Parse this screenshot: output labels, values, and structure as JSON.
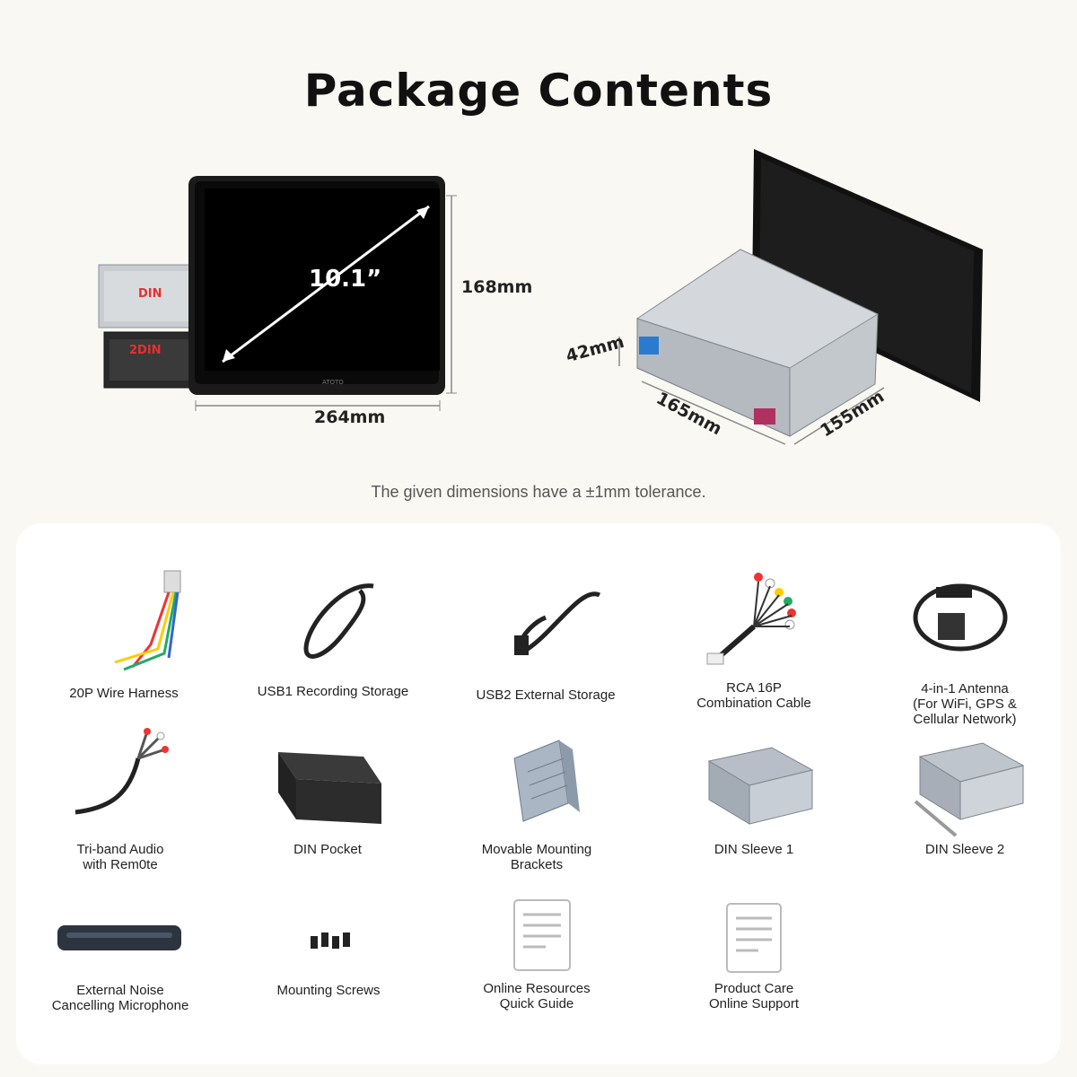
{
  "title": "Package Contents",
  "hero": {
    "screen_size": "10.1”",
    "height": "168mm",
    "width": "264mm",
    "din_label": "DIN",
    "din2_label": "2DIN",
    "brand": "ATOTO",
    "depth_height": "42mm",
    "depth_width": "165mm",
    "depth_length": "155mm"
  },
  "tolerance_note": "The given dimensions have a ±1mm tolerance.",
  "items": [
    {
      "label": "20P Wire Harness",
      "icon": "wire-harness-icon"
    },
    {
      "label": "USB1 Recording Storage",
      "icon": "usb-cable-icon"
    },
    {
      "label": "USB2 External Storage",
      "icon": "usb-cable-icon"
    },
    {
      "label": "RCA 16P\nCombination Cable",
      "icon": "rca-cable-icon"
    },
    {
      "label": "4-in-1 Antenna\n(For WiFi, GPS &\nCellular Network)",
      "icon": "antenna-icon"
    },
    {
      "label": "Tri-band Audio\nwith Rem0te",
      "icon": "audio-cable-icon"
    },
    {
      "label": "DIN Pocket",
      "icon": "din-pocket-icon"
    },
    {
      "label": "Movable Mounting\nBrackets",
      "icon": "bracket-icon"
    },
    {
      "label": "DIN Sleeve 1",
      "icon": "din-sleeve-icon"
    },
    {
      "label": "DIN Sleeve 2",
      "icon": "din-sleeve-icon"
    },
    {
      "label": "External Noise\nCancelling Microphone",
      "icon": "microphone-icon"
    },
    {
      "label": "Mounting Screws",
      "icon": "screws-icon"
    },
    {
      "label": "Online Resources\nQuick Guide",
      "icon": "document-icon"
    },
    {
      "label": "Product Care\nOnline Support",
      "icon": "document-icon"
    }
  ]
}
